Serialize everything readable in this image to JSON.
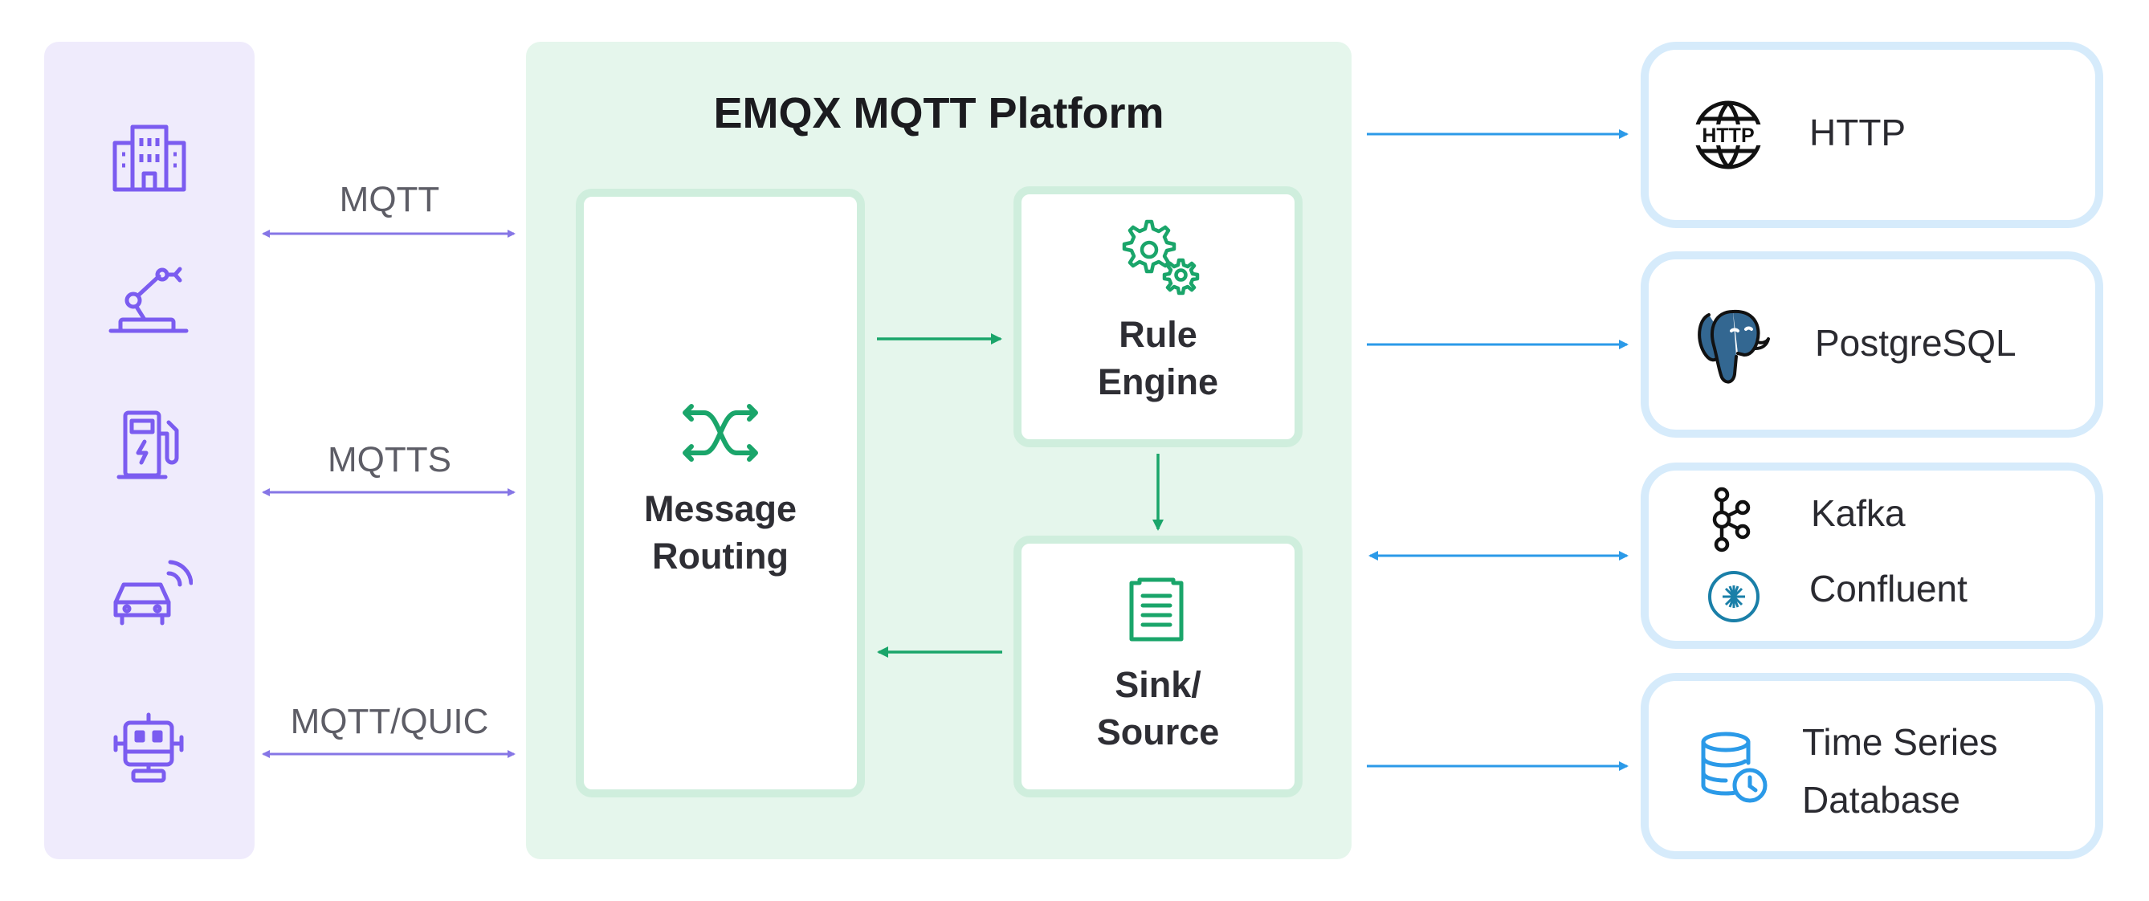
{
  "platform": {
    "title": "EMQX MQTT Platform"
  },
  "devices": [
    {
      "icon": "building-icon"
    },
    {
      "icon": "robot-arm-icon"
    },
    {
      "icon": "charging-station-icon"
    },
    {
      "icon": "connected-car-icon"
    },
    {
      "icon": "robot-icon"
    }
  ],
  "protocols": [
    "MQTT",
    "MQTTS",
    "MQTT/QUIC"
  ],
  "components": {
    "routing": {
      "label": "Message\nRouting",
      "icon": "shuffle-icon"
    },
    "rule_engine": {
      "label": "Rule\nEngine",
      "icon": "gears-icon"
    },
    "sink_source": {
      "label": "Sink/\nSource",
      "icon": "document-icon"
    }
  },
  "targets": {
    "http": {
      "label": "HTTP",
      "icon": "http-globe-icon"
    },
    "postgres": {
      "label": "PostgreSQL",
      "icon": "postgresql-icon"
    },
    "kafka": {
      "label": "Kafka",
      "icon": "kafka-icon"
    },
    "confluent": {
      "label": "Confluent",
      "icon": "confluent-icon"
    },
    "tsdb": {
      "label": "Time Series\nDatabase",
      "icon": "database-clock-icon"
    }
  },
  "colors": {
    "device_panel": "#efebfc",
    "device_icon": "#7b5cf0",
    "platform_bg": "#e5f6ec",
    "green_accent": "#1aa56a",
    "blue_arrow": "#2b9ae8",
    "target_border": "#d6ebfb"
  }
}
